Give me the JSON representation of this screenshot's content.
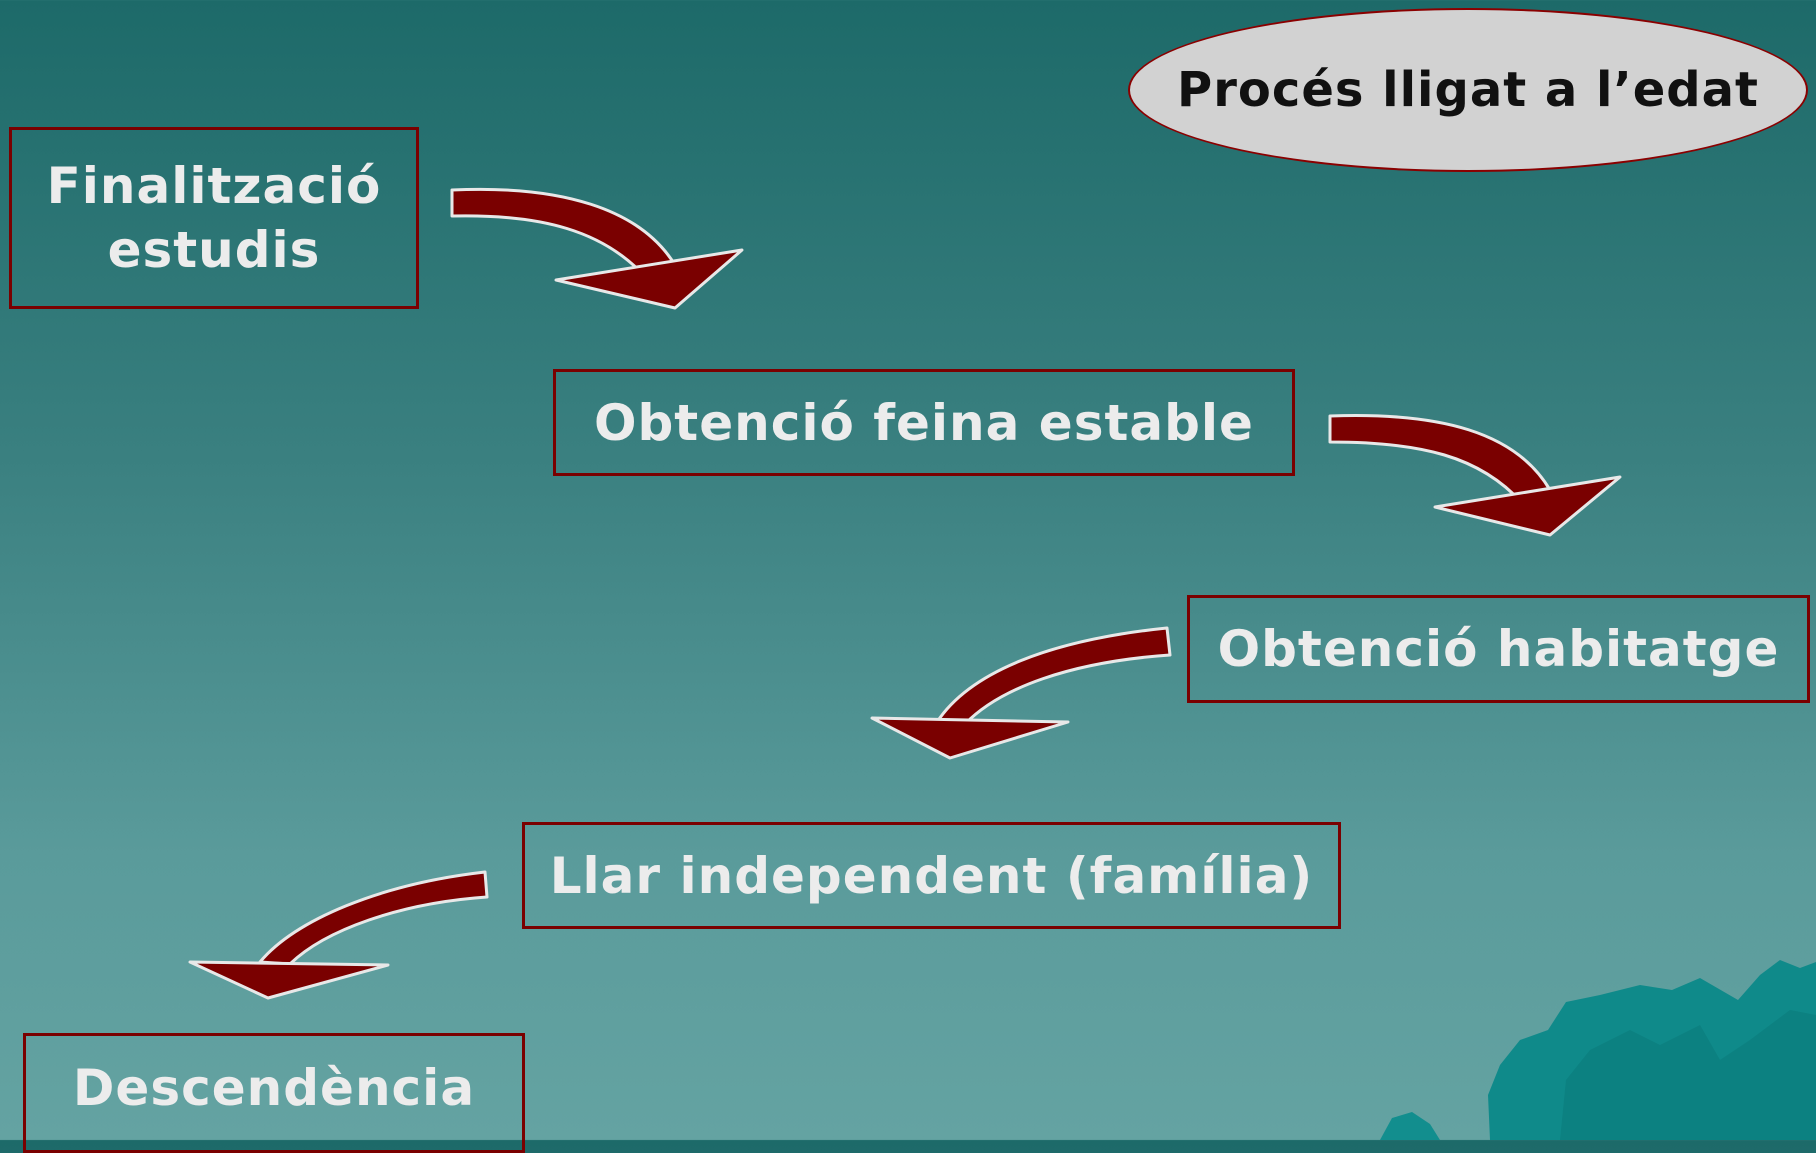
{
  "badge": {
    "label": "Procés lligat a l’edat"
  },
  "steps": [
    {
      "label": "Finalització\nestudis"
    },
    {
      "label": "Obtenció feina estable"
    },
    {
      "label": "Obtenció habitatge"
    },
    {
      "label": "Llar independent (família)"
    },
    {
      "label": "Descendència"
    }
  ],
  "colors": {
    "arrow_fill": "#7a0000",
    "arrow_outline": "#e8e8e8",
    "box_border": "#7a0000",
    "text": "#ececec",
    "badge_fill": "#d2d2d2",
    "decoration": "#0f8a8a"
  },
  "icons": [
    "curved-arrow-icon",
    "rock-decoration"
  ]
}
